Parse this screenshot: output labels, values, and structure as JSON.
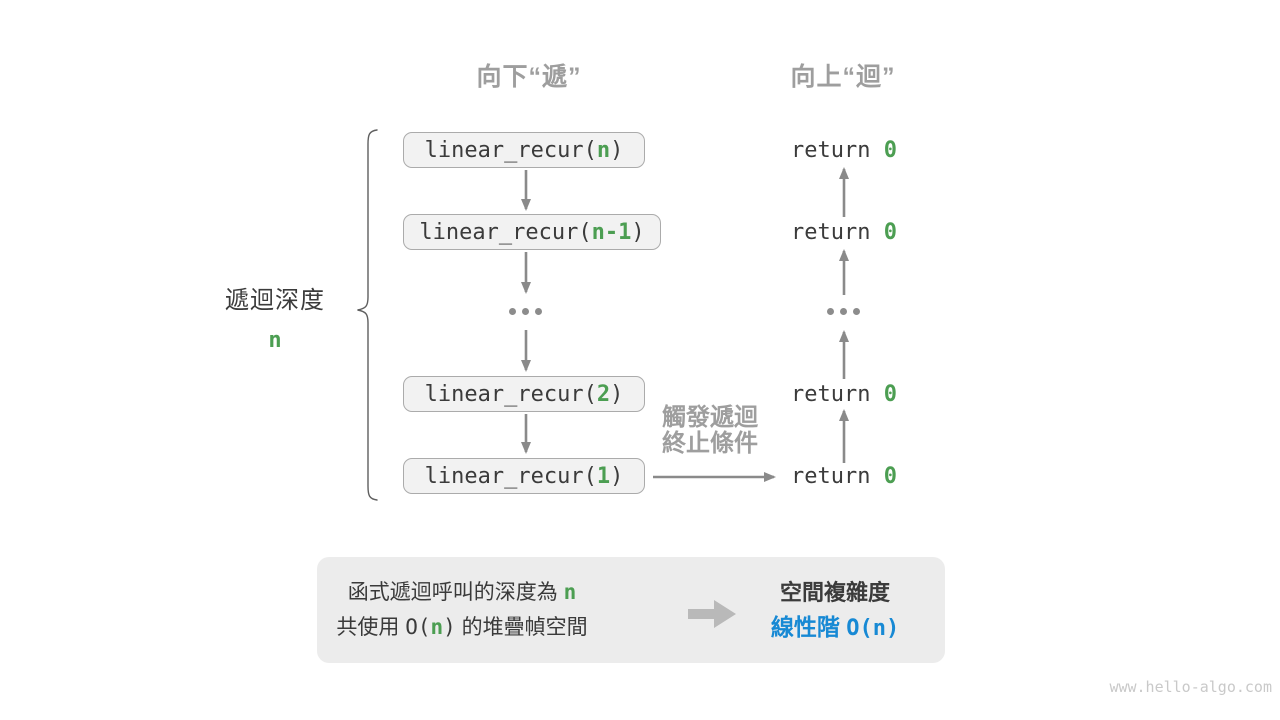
{
  "colors": {
    "green_accent": "#4c9e52",
    "blue_accent": "#1789d4",
    "gray_heading": "#9e9e9e",
    "arrow_gray": "#8a8a8a",
    "box_fill": "#f2f2f2",
    "box_border": "#ababab",
    "panel_fill": "#ececec",
    "text_dark": "#3b3b3b",
    "watermark_gray": "#c9c9c9"
  },
  "icons": {
    "ellipsis": "three-dots-horizontal",
    "flow_arrow": "block-arrow-right",
    "brace": "left-curly-brace"
  },
  "headings": {
    "down": "向下“遞”",
    "up": "向上“迴”"
  },
  "depth_label": {
    "text": "遞迴深度",
    "value": "n"
  },
  "call_stack": [
    {
      "prefix": "linear_recur(",
      "arg": "n",
      "suffix": ")"
    },
    {
      "prefix": "linear_recur(",
      "arg": "n-1",
      "suffix": ")"
    },
    {
      "prefix": "linear_recur(",
      "arg": "2",
      "suffix": ")"
    },
    {
      "prefix": "linear_recur(",
      "arg": "1",
      "suffix": ")"
    }
  ],
  "returns": [
    {
      "prefix": "return ",
      "value": "0"
    },
    {
      "prefix": "return ",
      "value": "0"
    },
    {
      "prefix": "return ",
      "value": "0"
    },
    {
      "prefix": "return ",
      "value": "0"
    }
  ],
  "terminate_label": {
    "line1": "觸發遞迴",
    "line2": "終止條件"
  },
  "summary": {
    "left": {
      "l1_text": "函式遞迴呼叫的深度為 ",
      "l1_var": "n",
      "l2_a": "共使用 ",
      "l2_code_open": "O(",
      "l2_var": "n",
      "l2_code_close": ")",
      "l2_b": " 的堆疊幀空間"
    },
    "right": {
      "title": "空間複雜度",
      "label": "線性階 ",
      "value": "O(n)"
    }
  },
  "watermark": "www.hello-algo.com"
}
